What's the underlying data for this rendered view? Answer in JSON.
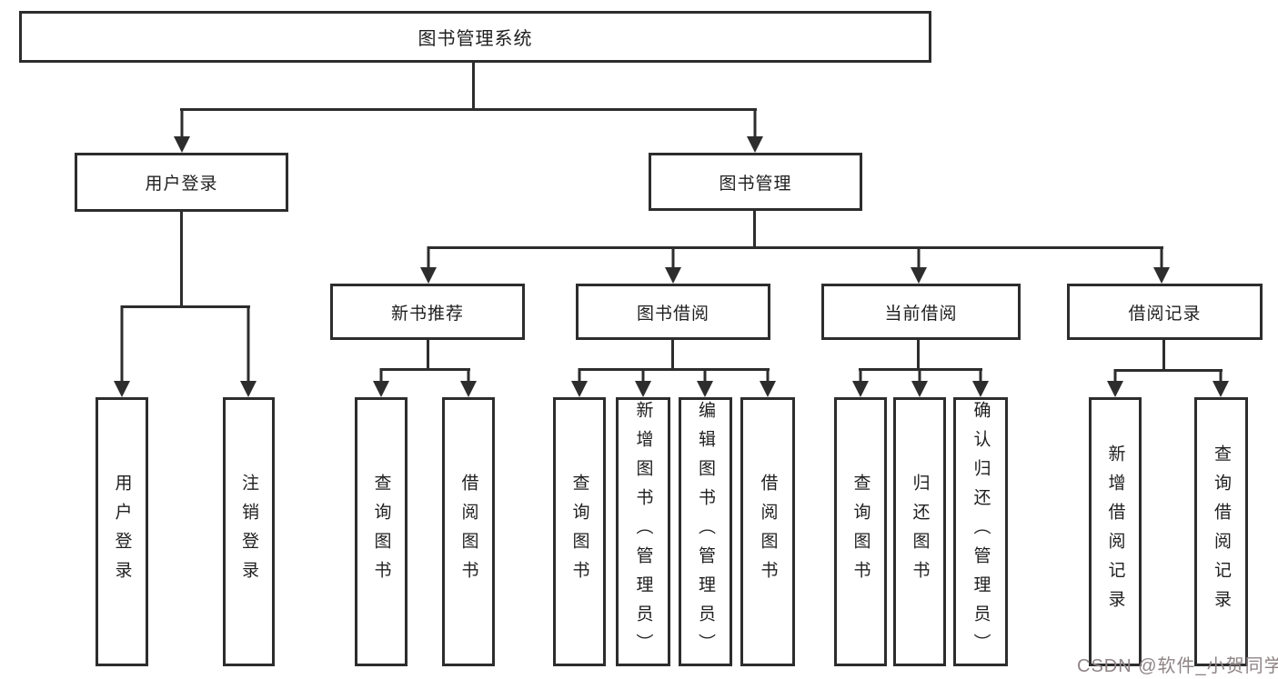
{
  "diagram": {
    "tree": {
      "label": "图书管理系统",
      "children": [
        {
          "label": "用户登录",
          "children": [
            {
              "label": "用户登录"
            },
            {
              "label": "注销登录"
            }
          ]
        },
        {
          "label": "图书管理",
          "children": [
            {
              "label": "新书推荐",
              "children": [
                {
                  "label": "查询图书"
                },
                {
                  "label": "借阅图书"
                }
              ]
            },
            {
              "label": "图书借阅",
              "children": [
                {
                  "label": "查询图书"
                },
                {
                  "label": "新增图书（管理员）"
                },
                {
                  "label": "编辑图书（管理员）"
                },
                {
                  "label": "借阅图书"
                }
              ]
            },
            {
              "label": "当前借阅",
              "children": [
                {
                  "label": "查询图书"
                },
                {
                  "label": "归还图书"
                },
                {
                  "label": "确认归还（管理员）"
                }
              ]
            },
            {
              "label": "借阅记录",
              "children": [
                {
                  "label": "新增借阅记录"
                },
                {
                  "label": "查询借阅记录"
                }
              ]
            }
          ]
        }
      ]
    },
    "colors": {
      "line": "#2d2d2d",
      "text": "#1f1f1f",
      "background": "#ffffff",
      "watermark": "#8f8486"
    }
  },
  "watermark": {
    "text": "CSDN @软件_小贺同学"
  }
}
